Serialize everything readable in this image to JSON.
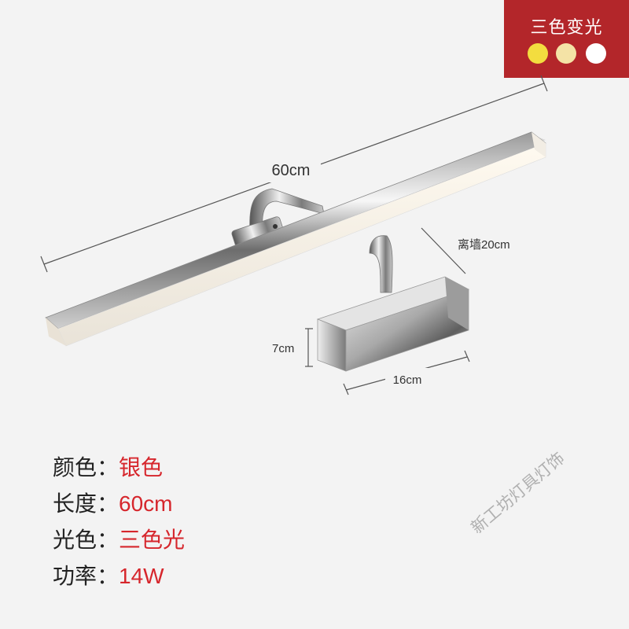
{
  "badge": {
    "title": "三色变光",
    "colors": [
      "#f3dd3f",
      "#f4e3a6",
      "#ffffff"
    ],
    "background": "#b3262a"
  },
  "dimensions": {
    "length": "60cm",
    "wall_distance": "离墙20cm",
    "height": "7cm",
    "width": "16cm"
  },
  "specs": [
    {
      "label": "颜色",
      "value": "银色"
    },
    {
      "label": "长度",
      "value": "60cm"
    },
    {
      "label": "光色",
      "value": "三色光"
    },
    {
      "label": "功率",
      "value": "14W"
    }
  ],
  "separator": "：",
  "watermark": "新工坊灯具灯饰",
  "accent_color": "#d6262c"
}
